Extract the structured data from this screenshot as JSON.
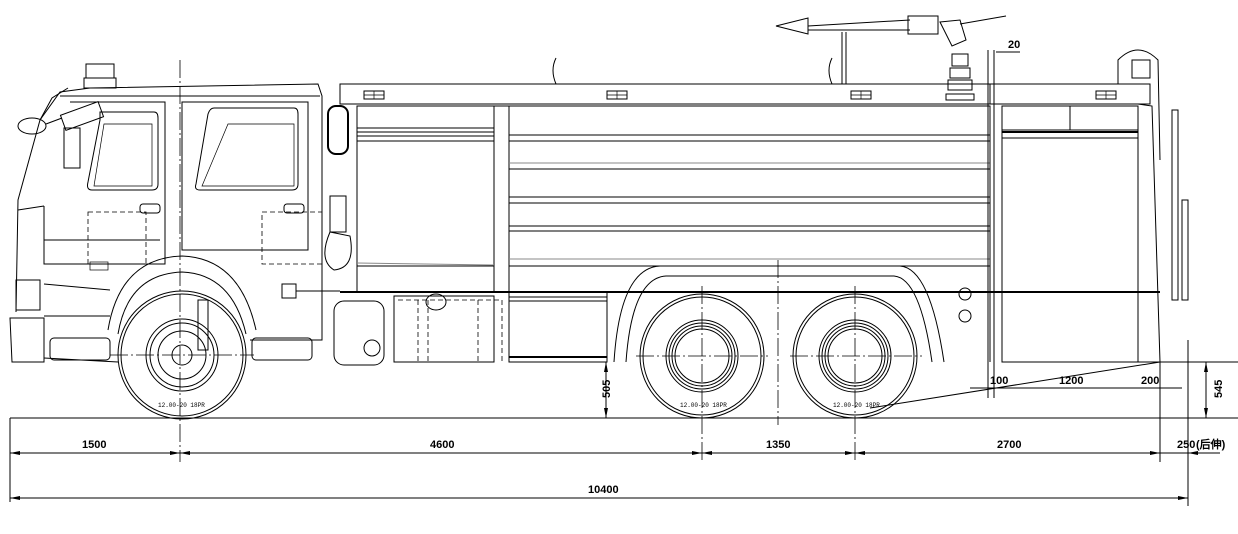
{
  "drawing": {
    "title": "Fire truck side elevation",
    "line_color": "#000000",
    "background": "#ffffff"
  },
  "dimensions": {
    "front_overhang": "1500",
    "wheelbase_front": "4600",
    "wheelbase_rear": "1350",
    "rear_section": "2700",
    "rear_overhang": "250",
    "rear_overhang_note": "(后伸)",
    "overall_length": "10400",
    "ground_clearance_mid": "505",
    "rear_height": "545",
    "rear_step_offset": "100",
    "rear_step_length": "1200",
    "rear_step_end": "200",
    "monitor_offset": "20"
  },
  "tires": [
    {
      "label": "12.00-20 18PR"
    },
    {
      "label": "12.00-20 18PR"
    },
    {
      "label": "12.00-20 18PR"
    }
  ]
}
